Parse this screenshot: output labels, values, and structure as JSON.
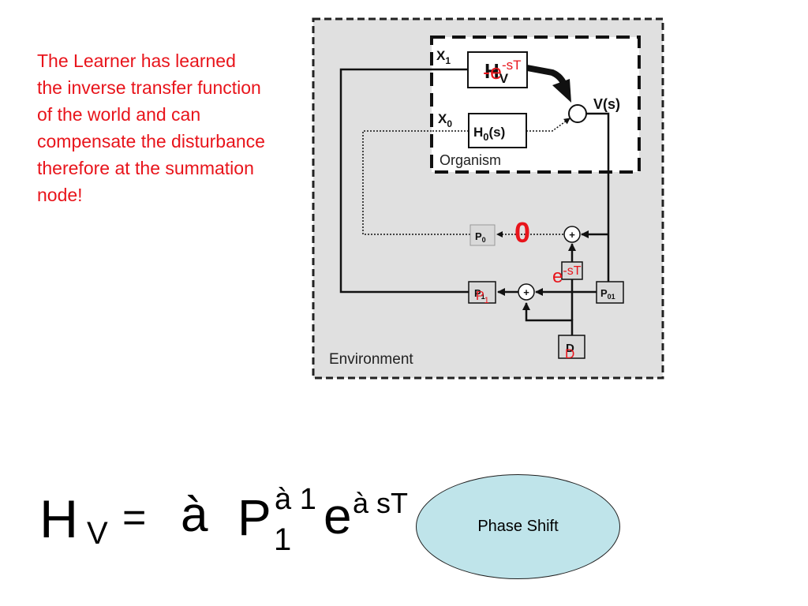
{
  "note": "The Learner has learned the inverse transfer function of the world and can compensate the disturbance therefore at the summation node!",
  "diagram": {
    "environment_label": "Environment",
    "organism_label": "Organism",
    "x1": "X",
    "x1_sub": "1",
    "x0": "X",
    "x0_sub": "0",
    "vs": "V(s)",
    "hv": "H",
    "hv_sub": "V",
    "h0": "H",
    "h0_sub": "0",
    "h0_arg": "(s)",
    "p0": "P",
    "p0_sub": "0",
    "p1": "P",
    "p1_sub": "1",
    "p01": "P",
    "p01_sub": "01",
    "d": "D",
    "plus": "+",
    "overlay_hv_prefix": "-e",
    "overlay_hv_exp": "-sT",
    "overlay_zero": "0",
    "overlay_e": "e",
    "overlay_e_exp": "-sT",
    "overlay_p1": "P",
    "overlay_p1_sub": "1",
    "overlay_d": "D",
    "colors": {
      "overlay": "#e8141b",
      "env_bg": "#e0e0e0",
      "box_grey": "#d9d9d9"
    }
  },
  "formula": {
    "h": "H",
    "v": "V",
    "eq": "=",
    "minus": "à",
    "p": "P",
    "p_sup": "à 1",
    "p_sub": "1",
    "e": "e",
    "e_sup": "à sT"
  },
  "ellipse_label": "Phase Shift"
}
